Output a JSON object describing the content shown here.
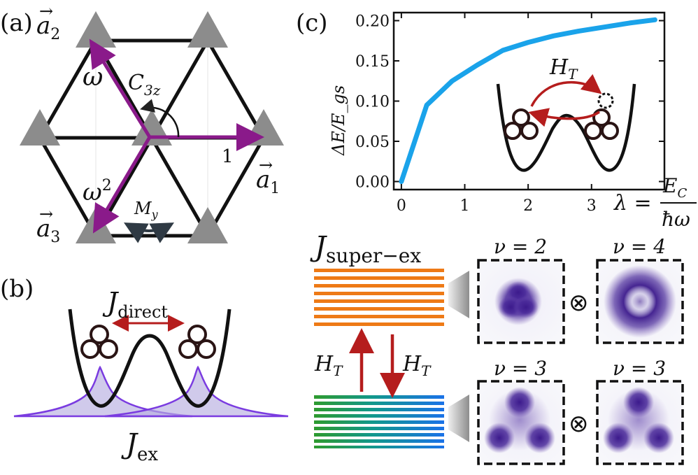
{
  "panels": {
    "a": {
      "label": "(a)",
      "vec_a1": "a",
      "vec_a1_sub": "1",
      "vec_a2": "a",
      "vec_a2_sub": "2",
      "vec_a3": "a",
      "vec_a3_sub": "3",
      "omega": "ω",
      "omega2": "ω",
      "omega2_sup": "2",
      "one": "1",
      "c3z": "C",
      "c3z_sub": "3z",
      "my": "M",
      "my_sub": "y"
    },
    "b": {
      "label": "(b)",
      "j_direct": "J",
      "j_direct_sub": "direct",
      "j_ex": "J",
      "j_ex_sub": "ex"
    },
    "c": {
      "label": "(c)",
      "ht_inset": "H",
      "ht_inset_sub": "T",
      "lambda_lhs": "λ =",
      "lambda_num": "E",
      "lambda_num_sub": "C",
      "lambda_den": "ħω",
      "j_super": "J",
      "j_super_sub": "super−ex",
      "ht_left": "H",
      "ht_left_sub": "T",
      "ht_right": "H",
      "ht_right_sub": "T",
      "nu_top_left": "ν = 2",
      "nu_top_right": "ν = 4",
      "nu_bot_left": "ν = 3",
      "nu_bot_right": "ν = 3",
      "otimes": "⊗"
    }
  },
  "colors": {
    "purple_arrow": "#8a1a8a",
    "triangle": "#8c8c8c",
    "red_arrow": "#b51d1d",
    "curve": "#1aa3ea",
    "orange": "#ee7a16",
    "density": "#3c1a8c"
  },
  "chart_data": {
    "type": "line",
    "x": [
      0,
      0.4,
      0.8,
      1.2,
      1.6,
      2.0,
      2.4,
      2.8,
      3.2,
      3.6,
      4.0
    ],
    "y": [
      0.0,
      0.095,
      0.125,
      0.145,
      0.163,
      0.173,
      0.181,
      0.187,
      0.192,
      0.197,
      0.201
    ],
    "ylabel": "ΔE/E_gs",
    "xlim": [
      -0.12,
      4.15
    ],
    "ylim": [
      -0.01,
      0.21
    ],
    "xticks": [
      "0",
      "1",
      "2",
      "3"
    ],
    "yticks": [
      "0.00",
      "0.05",
      "0.10",
      "0.15",
      "0.20"
    ],
    "grid": false
  }
}
